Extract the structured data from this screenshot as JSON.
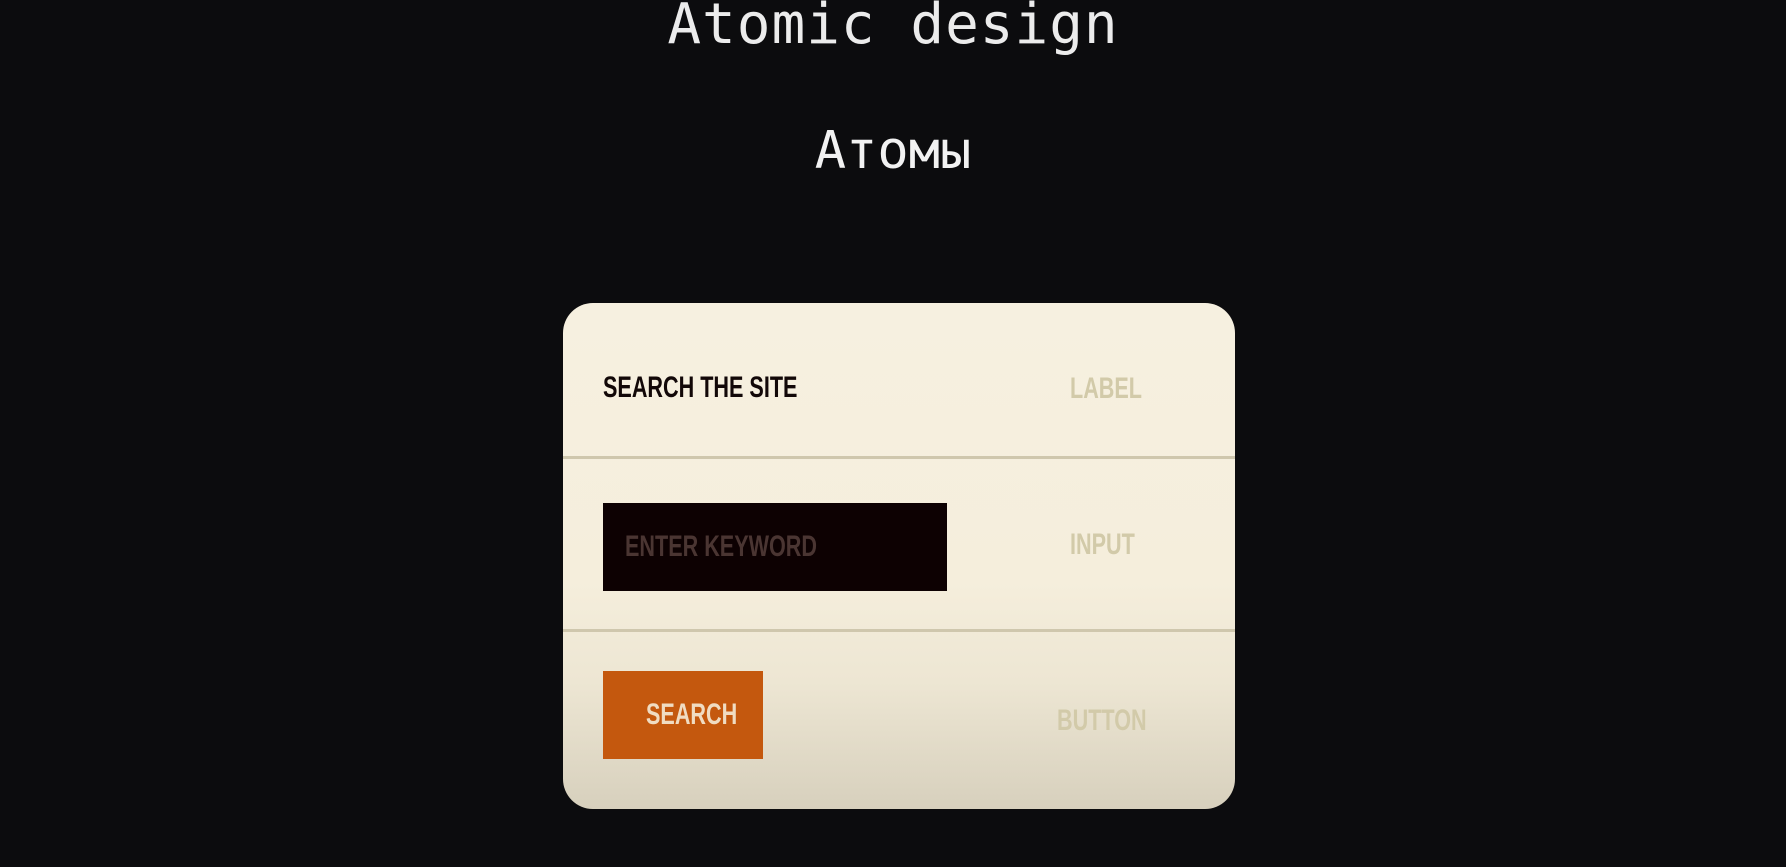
{
  "header": {
    "title": "Atomic design",
    "subtitle": "Атомы"
  },
  "card": {
    "label_row": {
      "label_text": "SEARCH THE SITE",
      "annotation": "LABEL"
    },
    "input_row": {
      "placeholder": "ENTER KEYWORD",
      "annotation": "INPUT"
    },
    "button_row": {
      "button_label": "SEARCH",
      "annotation": "BUTTON"
    }
  },
  "colors": {
    "background": "#0c0c0e",
    "card": "#f5eedc",
    "input_fill": "#0d0102",
    "button_fill": "#c4580e",
    "annotation_text": "#d2caa9"
  }
}
